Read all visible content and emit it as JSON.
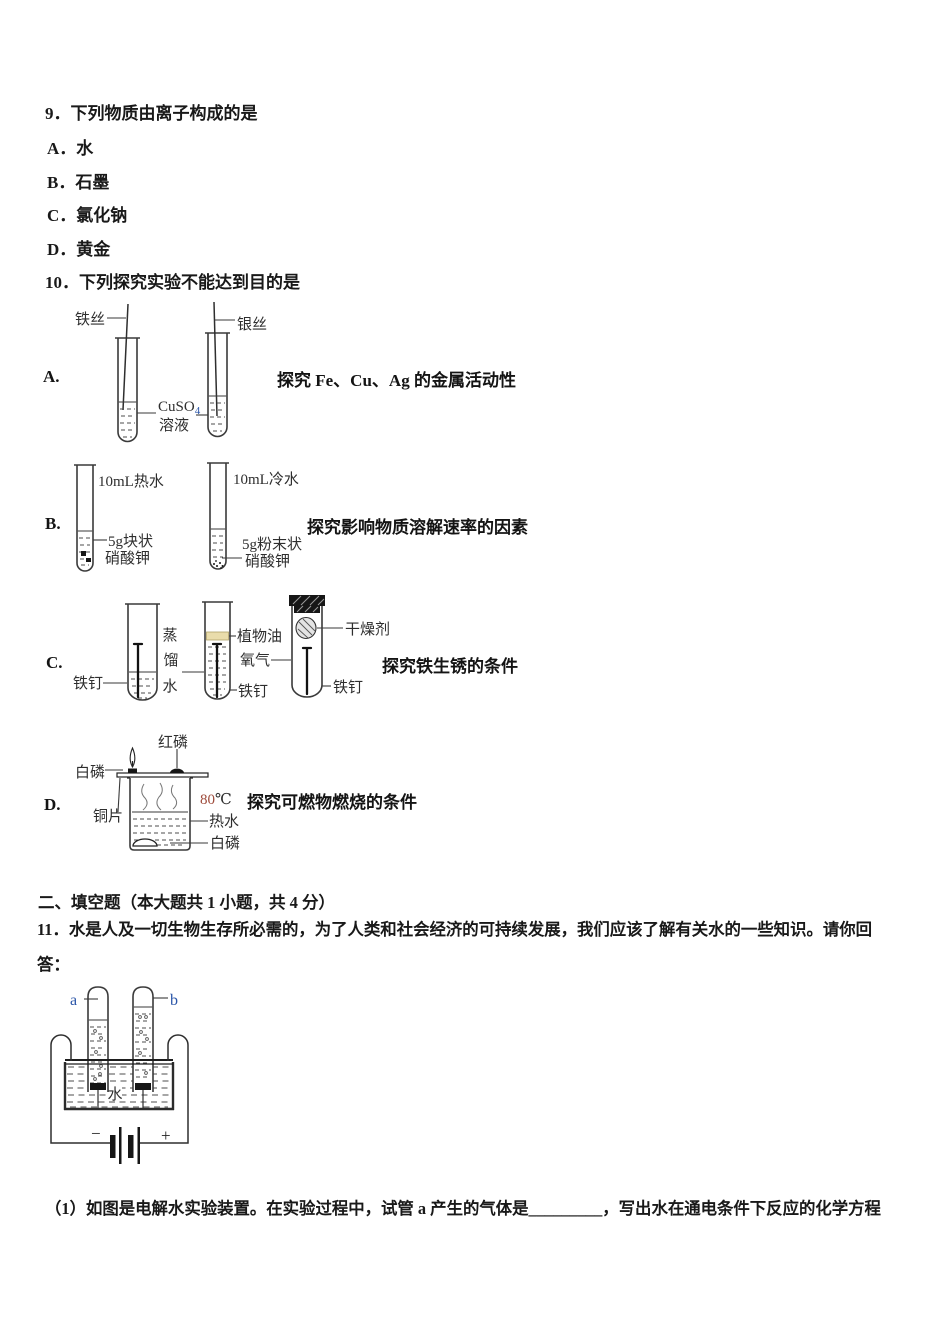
{
  "colors": {
    "accent_blue": "#2a55a8",
    "accent_red": "#9e4a3a",
    "oil": "#e9dcab"
  },
  "q9": {
    "number": "9．",
    "text": "下列物质由离子构成的是",
    "options": [
      {
        "label": "A．",
        "text": "水"
      },
      {
        "label": "B．",
        "text": "石墨"
      },
      {
        "label": "C．",
        "text": "氯化钠"
      },
      {
        "label": "D．",
        "text": "黄金"
      }
    ]
  },
  "q10": {
    "number": "10．",
    "text": "下列探究实验不能达到目的是",
    "expA": {
      "letter": "A.",
      "description": "探究 Fe、Cu、Ag 的金属活动性",
      "iron_wire": "铁丝",
      "silver_wire": "银丝",
      "formula": "CuSO",
      "formula_sub": "4",
      "solution": "溶液"
    },
    "expB": {
      "letter": "B.",
      "description": "探究影响物质溶解速率的因素",
      "hot": "10mL热水",
      "cold": "10mL冷水",
      "lump1": "5g块状",
      "lump2": "硝酸钾",
      "powder1": "5g粉末状",
      "powder2": "硝酸钾"
    },
    "expC": {
      "letter": "C.",
      "description": "探究铁生锈的条件",
      "distilled": [
        "蒸",
        "馏",
        "水"
      ],
      "veg_oil": "植物油",
      "oxygen": "氧气",
      "desiccant": "干燥剂",
      "nail": "铁钉"
    },
    "expD": {
      "letter": "D.",
      "description": "探究可燃物燃烧的条件",
      "red_p": "红磷",
      "white_p": "白磷",
      "copper": "铜片",
      "temp": "80",
      "temp_unit": "℃",
      "hot_water": "热水",
      "white_p2": "白磷"
    }
  },
  "section2": {
    "title": "二、填空题（本大题共 1 小题，共 4 分）"
  },
  "q11": {
    "number": "11．",
    "line1": "水是人及一切生物生存所必需的，为了人类和社会经济的可持续发展，我们应该了解有关水的一些知识。请你回",
    "line2": "答：",
    "diagram": {
      "tube_a": "a",
      "tube_b": "b",
      "water": "水",
      "minus": "−",
      "plus": "+"
    },
    "sub1": "（1）如图是电解水实验装置。在实验过程中，试管 a 产生的气体是_________，写出水在通电条件下反应的化学方程"
  }
}
